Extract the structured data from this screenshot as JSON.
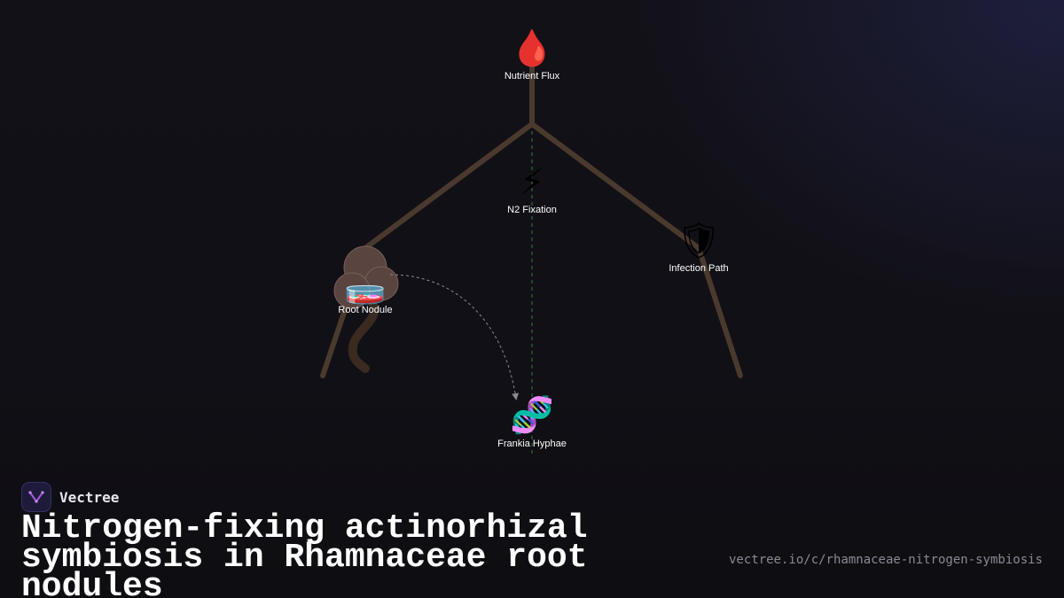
{
  "brand": {
    "name": "Vectree"
  },
  "title": "Nitrogen-fixing actinorhizal symbiosis in Rhamnaceae root nodules",
  "url": "vectree.io/c/rhamnaceae-nitrogen-symbiosis",
  "nodes": {
    "nutrient_flux": {
      "label": "Nutrient Flux",
      "icon": "drop-of-blood-icon",
      "glyph": "🩸"
    },
    "n2_fixation": {
      "label": "N2 Fixation",
      "icon": "lightning-bolt-icon",
      "glyph": "⚡"
    },
    "infection_path": {
      "label": "Infection Path",
      "icon": "shield-icon",
      "glyph": "🛡"
    },
    "root_nodule": {
      "label": "Root Nodule",
      "icon": "petri-dish-icon",
      "glyph": "🧫"
    },
    "frankia_hyphae": {
      "label": "Frankia Hyphae",
      "icon": "dna-icon",
      "glyph": "🧬"
    }
  },
  "colors": {
    "background": "#111016",
    "branch": "#4a3a2e",
    "nodule": "#5a4440",
    "root_tendril": "#3a2a20",
    "axis_dashed": "#2f6b3a",
    "link_dashed": "#8a8a95",
    "brand_accent": "#a45ad8"
  }
}
